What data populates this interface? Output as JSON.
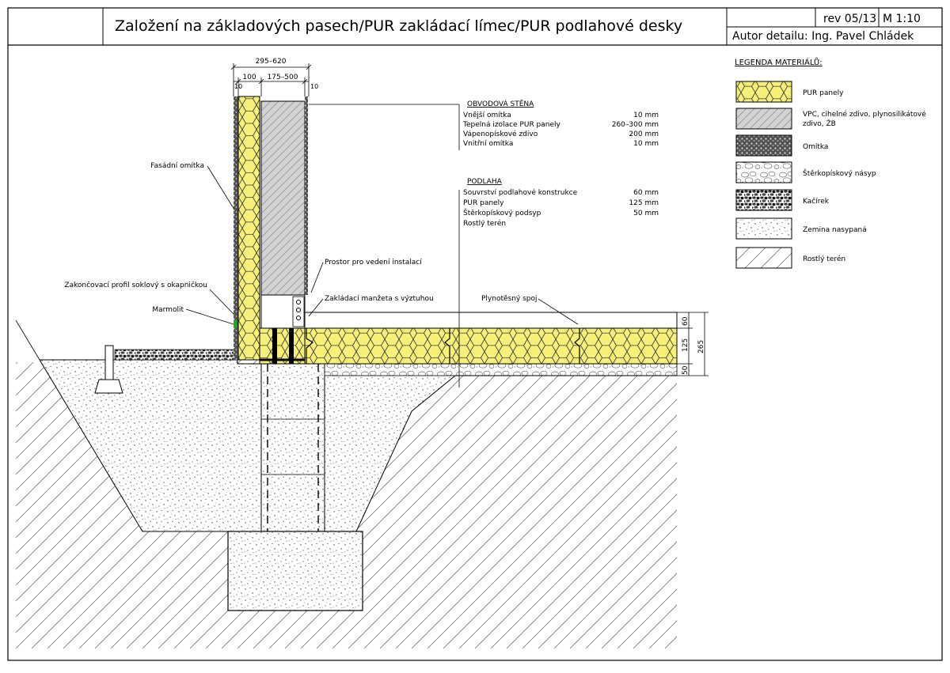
{
  "header": {
    "title": "Založení na základových pasech/PUR zakládací límec/PUR podlahové desky",
    "revision": "rev 05/13",
    "scale": "M 1:10",
    "author": "Autor detailu: Ing. Pavel Chládek"
  },
  "dimensions": {
    "total_width": "295–620",
    "plaster_outer": "100",
    "masonry": "175–500",
    "edge_left": "10",
    "edge_right": "10",
    "floor_top": "60",
    "floor_pur": "125",
    "floor_gravel": "50",
    "floor_total": "265"
  },
  "callouts": {
    "facade_plaster": "Fasádní omítka",
    "installation_space": "Prostor pro vedení instalací",
    "end_profile": "Zakončovací profil soklový s okapničkou",
    "marmolit": "Marmolit",
    "foundation_collar": "Zakládací manžeta s výztuhou",
    "gas_tight_joint": "Plynotěsný spoj"
  },
  "wall_spec": {
    "title": "OBVODOVÁ STĚNA",
    "layers": [
      {
        "name": "Vnější omítka",
        "value": "10 mm"
      },
      {
        "name": "Tepelná izolace PUR panely",
        "value": "260–300 mm"
      },
      {
        "name": "Vápenopískové zdivo",
        "value": "200 mm"
      },
      {
        "name": "Vnitřní omítka",
        "value": "10 mm"
      }
    ]
  },
  "floor_spec": {
    "title": "PODLAHA",
    "layers": [
      {
        "name": "Souvrství podlahové konstrukce",
        "value": "60 mm"
      },
      {
        "name": "PUR panely",
        "value": "125 mm"
      },
      {
        "name": "Štěrkopískový podsyp",
        "value": "50 mm"
      },
      {
        "name": "Rostlý terén",
        "value": ""
      }
    ]
  },
  "legend": {
    "title": "LEGENDA MATERIÁLŮ:",
    "items": [
      {
        "pattern": "pur-hex",
        "label1": "PUR panely",
        "label2": ""
      },
      {
        "pattern": "masonry-hatch",
        "label1": "VPC, cihelné zdivo, plynosilikátové",
        "label2": "zdivo, ŽB"
      },
      {
        "pattern": "plaster-dense",
        "label1": "Omítka",
        "label2": ""
      },
      {
        "pattern": "gravel-sand",
        "label1": "Štěrkopískový násyp",
        "label2": ""
      },
      {
        "pattern": "pebbles",
        "label1": "Kačírek",
        "label2": ""
      },
      {
        "pattern": "dots",
        "label1": "Zemina nasypaná",
        "label2": ""
      },
      {
        "pattern": "hatch",
        "label1": "Rostlý terén",
        "label2": ""
      }
    ]
  },
  "colors": {
    "pur": "#f6f07a",
    "masonry": "#d2d2d2",
    "line": "#000000",
    "accent_green": "#22aa22"
  }
}
